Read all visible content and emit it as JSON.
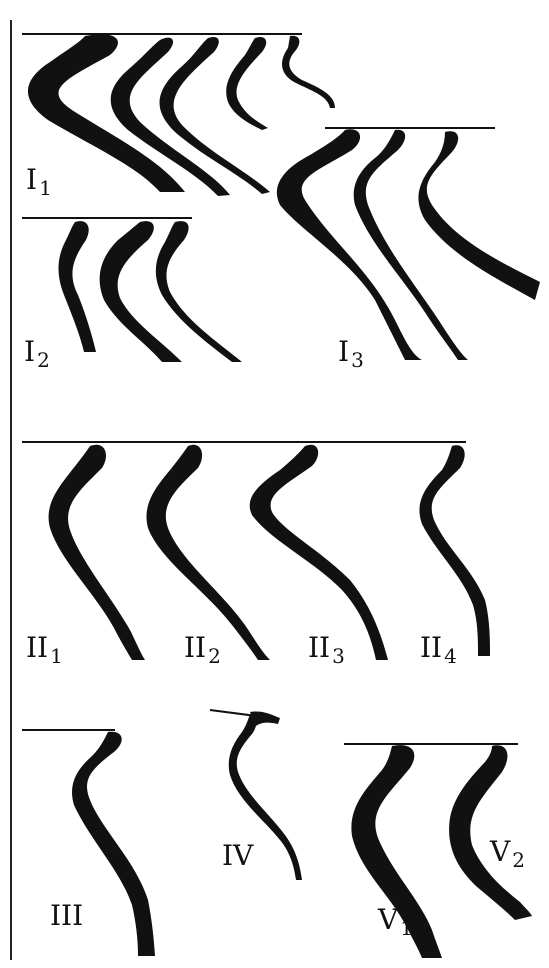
{
  "figure": {
    "ink_color": "#111111",
    "background_color": "#ffffff",
    "panels": [
      {
        "id": "I1",
        "label": "I",
        "subscript": "1"
      },
      {
        "id": "I2",
        "label": "I",
        "subscript": "2"
      },
      {
        "id": "I3",
        "label": "I",
        "subscript": "3"
      },
      {
        "id": "II1",
        "label": "II",
        "subscript": "1"
      },
      {
        "id": "II2",
        "label": "II",
        "subscript": "2"
      },
      {
        "id": "II3",
        "label": "II",
        "subscript": "3"
      },
      {
        "id": "II4",
        "label": "II",
        "subscript": "4"
      },
      {
        "id": "III",
        "label": "III",
        "subscript": ""
      },
      {
        "id": "IV",
        "label": "IV",
        "subscript": ""
      },
      {
        "id": "V1",
        "label": "V",
        "subscript": "1"
      },
      {
        "id": "V2",
        "label": "V",
        "subscript": "2"
      }
    ]
  }
}
